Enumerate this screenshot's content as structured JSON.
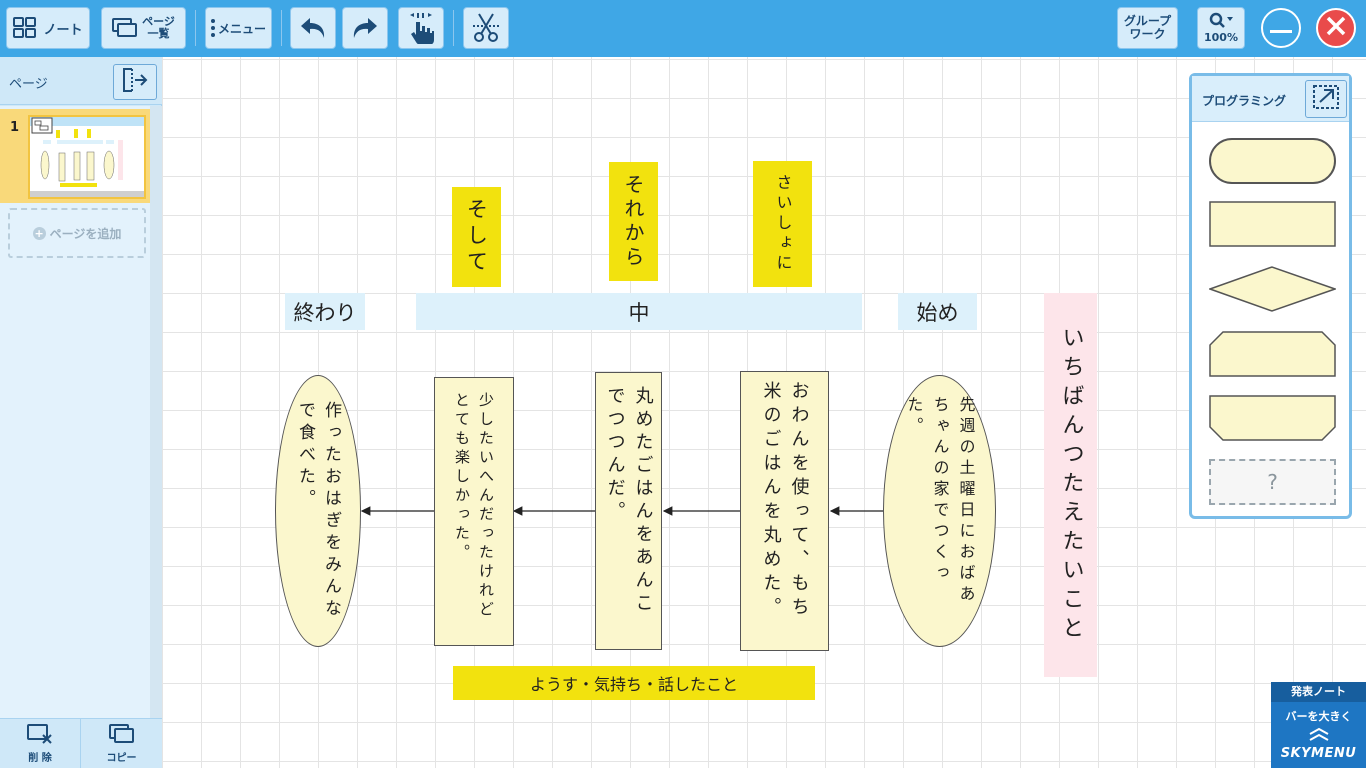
{
  "toolbar": {
    "note_label": "ノート",
    "page_list_label_1": "ページ",
    "page_list_label_2": "一覧",
    "menu_label": "メニュー",
    "group_label_1": "グループ",
    "group_label_2": "ワーク",
    "zoom_label": "100%",
    "colors": {
      "bar": "#3fa7e6",
      "button": "#d6ecfa",
      "close": "#e94b4b"
    }
  },
  "sidebar": {
    "title": "ページ",
    "page_number": "1",
    "add_page_label": "ページを追加",
    "delete_label": "削 除",
    "copy_label": "コピー"
  },
  "canvas": {
    "transitions": {
      "soshite": "そして",
      "sorekara": "それから",
      "saisho": "さいしょに"
    },
    "headers": {
      "end": "終わり",
      "middle": "中",
      "start": "始め"
    },
    "theme": "いちばんつたえたいこと",
    "flow": {
      "start_oval": "先週の土曜日におばあちゃんの家でつくった。",
      "step1": "おわんを使って、もち米のごはんを丸めた。",
      "step2": "丸めたごはんをあんこでつつんだ。",
      "step3": "少したいへんだったけれどとても楽しかった。",
      "end_oval": "作ったおはぎをみんなで食べた。"
    },
    "footer_label": "ようす・気持ち・話したこと",
    "colors": {
      "note_yellow": "#f2e20e",
      "header_blue": "#ddf1fb",
      "theme_pink": "#fde5ea",
      "shape_fill": "#fbf7cd"
    }
  },
  "palette": {
    "title": "プログラミング",
    "unknown_label": "?"
  },
  "corner": {
    "top_label": "発表ノート",
    "mid_label": "バーを大きく",
    "brand": "SKYMENU"
  }
}
